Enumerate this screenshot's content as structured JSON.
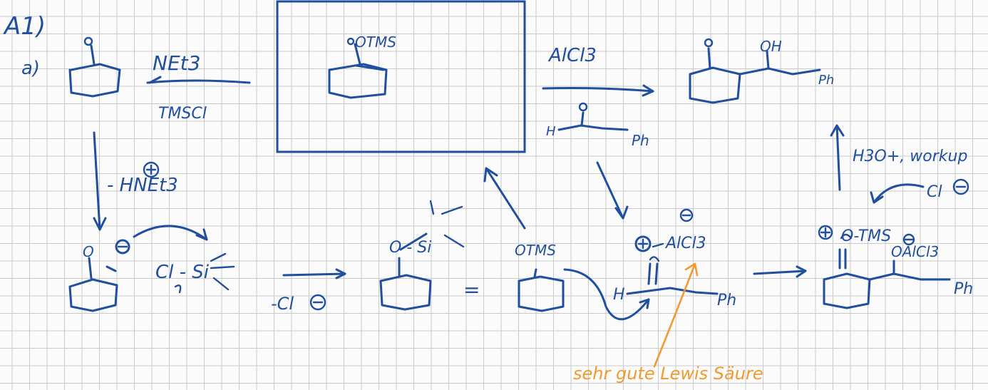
{
  "header": {
    "section": "A1)",
    "part": "a)"
  },
  "labels": {
    "base": "NEt3",
    "silyl_chloride": "TMSCl",
    "boxed_otms": "OTMS",
    "lewis_acid": "AlCl3",
    "product_oh": "OH",
    "product_dots": "Ph",
    "aldehyde_h": "H",
    "aldehyde_ph": "Ph",
    "workup": "H3O+, workup",
    "chloride_ion": "Cl",
    "minus_ammonium": "- HNEt3",
    "enolate_o": "O",
    "chlorosilane": "Cl - Si",
    "minus_chloride": "-Cl",
    "silyl_o": "O - Si",
    "otms_mid": "OTMS",
    "alcl3_complex": "AlCl3",
    "h_left": "H",
    "ph_right": "Ph",
    "tms_top": "O-TMS",
    "oalcl3": "OAlCl3",
    "ph_far": "Ph",
    "lewis_note": "sehr gute Lewis Säure"
  },
  "colors": {
    "ink": "#1f4f9e",
    "annotation": "#f29a2e",
    "grid": "#c9c9c9"
  }
}
